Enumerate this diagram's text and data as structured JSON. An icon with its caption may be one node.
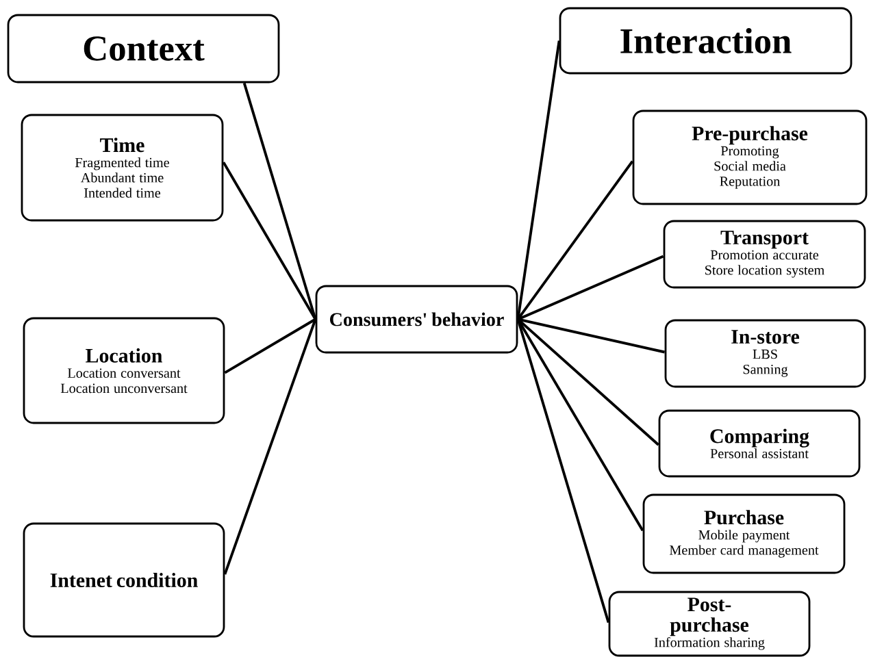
{
  "diagram": {
    "nodes": [
      {
        "text": [
          "Context"
        ]
      },
      {
        "text": [
          "Time",
          "Fragmented time",
          "Abundant time",
          "Intended time"
        ]
      },
      {
        "text": [
          "Location",
          "Location conversant",
          "Location unconversant"
        ]
      },
      {
        "text": [
          "Intenet condition"
        ]
      },
      {
        "text": [
          "Consumers' behavior"
        ]
      },
      {
        "text": [
          "Interaction"
        ]
      },
      {
        "text": [
          "Pre-purchase",
          "Promoting",
          "Social media",
          "Reputation"
        ]
      },
      {
        "text": [
          "Transport",
          "Promotion accurate",
          "Store location system"
        ]
      },
      {
        "text": [
          "In-store",
          "LBS",
          "Sanning"
        ]
      },
      {
        "text": [
          "Comparing",
          "Personal assistant"
        ]
      },
      {
        "text": [
          "Purchase",
          "Mobile payment",
          "Member card management"
        ]
      },
      {
        "text": [
          "Post-purchase",
          "Information sharing"
        ]
      }
    ],
    "edges": [
      {
        "from": 4,
        "to": 0,
        "arrow": "none"
      },
      {
        "from": 4,
        "to": 1,
        "arrow": "none"
      },
      {
        "from": 4,
        "to": 2,
        "arrow": "none"
      },
      {
        "from": 4,
        "to": 3,
        "arrow": "none"
      },
      {
        "from": 4,
        "to": 5,
        "arrow": "none"
      },
      {
        "from": 4,
        "to": 6,
        "arrow": "none"
      },
      {
        "from": 4,
        "to": 7,
        "arrow": "none"
      },
      {
        "from": 4,
        "to": 8,
        "arrow": "none"
      },
      {
        "from": 4,
        "to": 9,
        "arrow": "none"
      },
      {
        "from": 4,
        "to": 10,
        "arrow": "none"
      },
      {
        "from": 4,
        "to": 11,
        "arrow": "none"
      }
    ]
  }
}
